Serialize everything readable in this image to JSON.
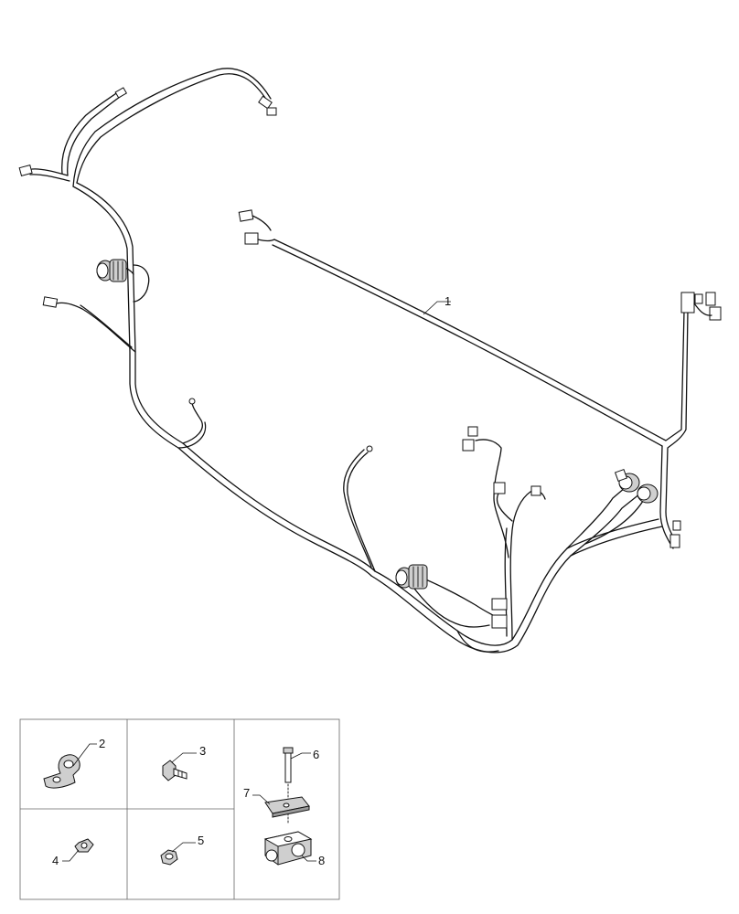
{
  "callouts": {
    "harness": "1",
    "p_clip": "2",
    "bolt": "3",
    "washer": "4",
    "nut": "5",
    "tie_rod": "6",
    "cover_plate": "7",
    "clamp_block": "8"
  }
}
